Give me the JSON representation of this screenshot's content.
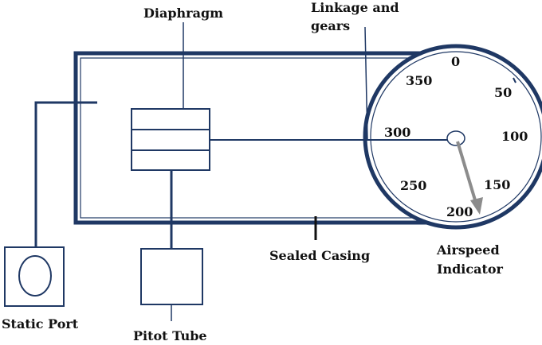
{
  "labels": {
    "diaphragm": "Diaphragm",
    "linkage_line1": "Linkage and",
    "linkage_line2": "gears",
    "sealed_casing": "Sealed Casing",
    "airspeed_line1": "Airspeed",
    "airspeed_line2": "Indicator",
    "static_port": "Static Port",
    "pitot_tube": "Pitot Tube"
  },
  "dial": {
    "scale": [
      "0",
      "50",
      "100",
      "150",
      "200",
      "250",
      "300",
      "350"
    ]
  },
  "colors": {
    "casing": "#1f3864",
    "line": "#1f3864",
    "needle": "#8c8c8c",
    "text": "#111111"
  }
}
